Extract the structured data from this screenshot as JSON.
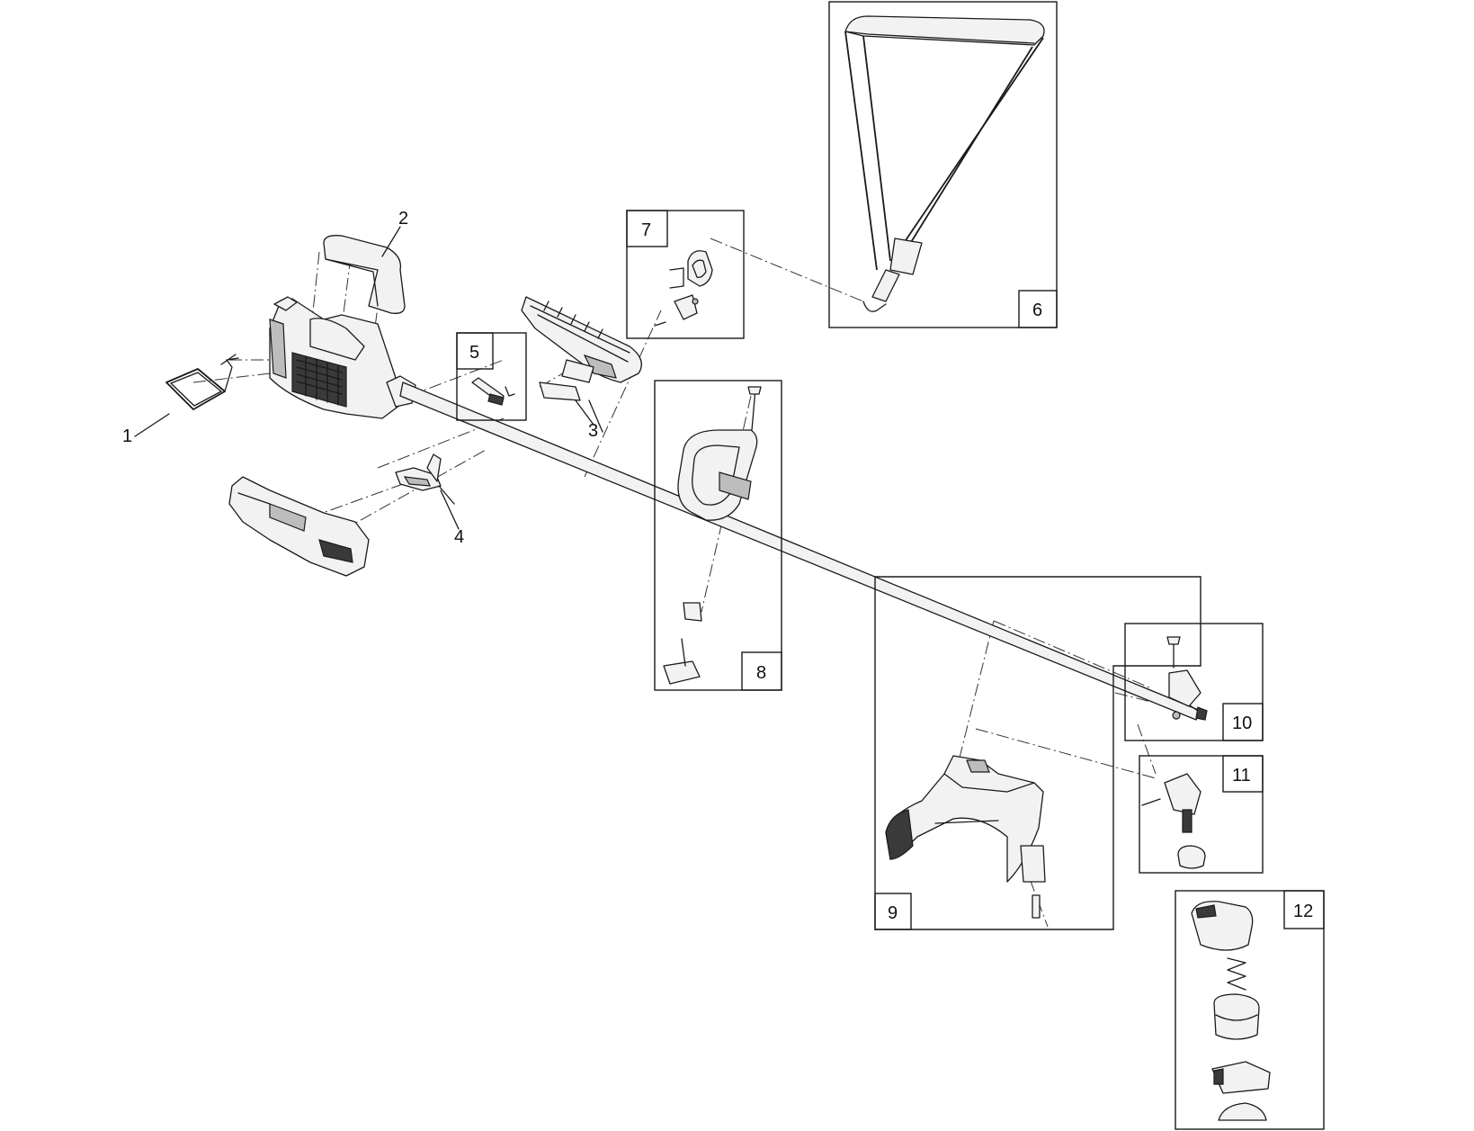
{
  "callouts": {
    "c1": "1",
    "c2": "2",
    "c3": "3",
    "c4": "4",
    "c5": "5",
    "c6": "6",
    "c7": "7",
    "c8": "8",
    "c9": "9",
    "c10": "10",
    "c11": "11",
    "c12": "12"
  },
  "colors": {
    "line": "#1a1a1a",
    "part_fill": "#f2f2f2",
    "dark_fill": "#3a3a3a"
  }
}
